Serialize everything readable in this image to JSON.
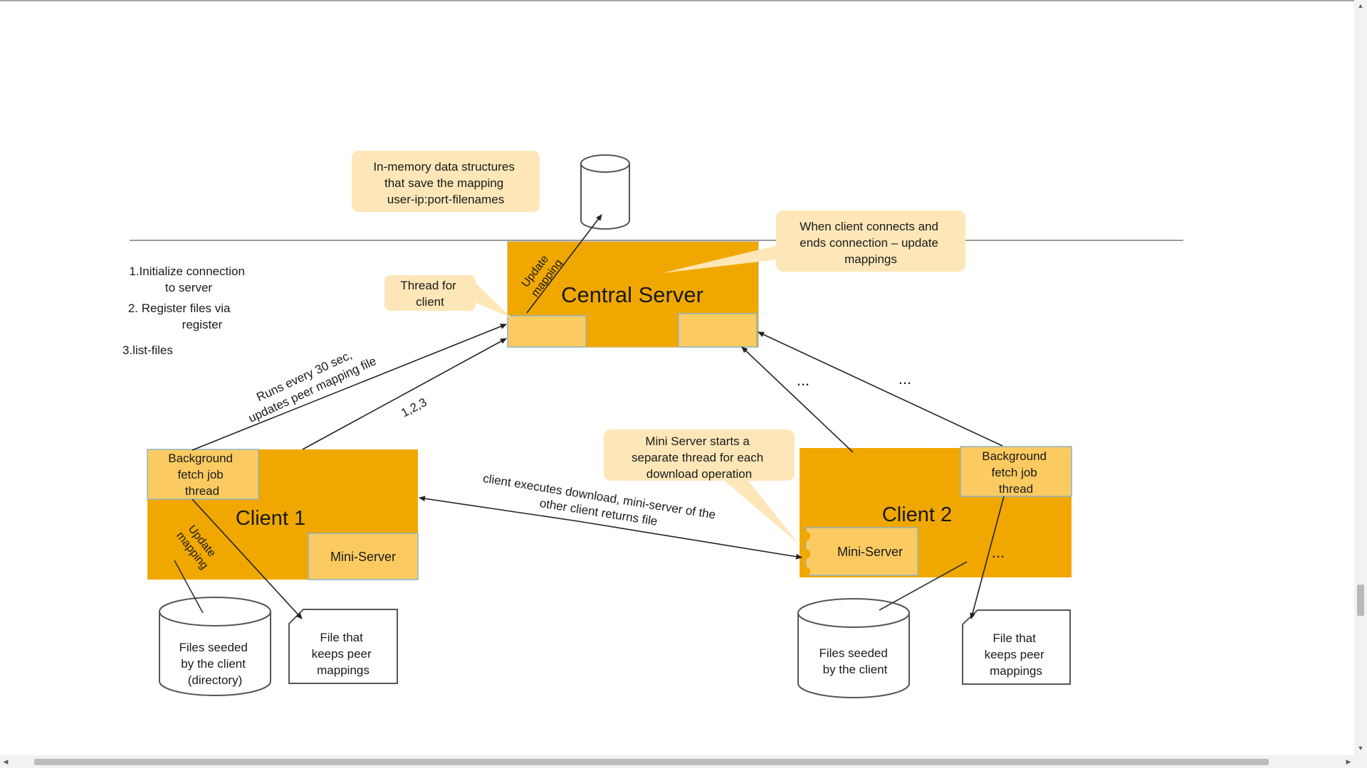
{
  "colors": {
    "primary_box": "#f0a800",
    "inner_box": "#fbcb61",
    "callout": "#fde7b8",
    "border": "#8fb3c9",
    "text": "#1a1a1a",
    "arrow": "#222222"
  },
  "nodes": {
    "central_server": "Central Server",
    "client1": "Client 1",
    "client2": "Client 2",
    "client1_mini_server": "Mini-Server",
    "client2_mini_server": "Mini-Server",
    "client1_bg_fetch": [
      "Background",
      "fetch job",
      "thread"
    ],
    "client2_bg_fetch": [
      "Background",
      "fetch job",
      "thread"
    ],
    "client1_db": [
      "Files seeded",
      "by the client",
      "(directory)"
    ],
    "client2_db": [
      "Files seeded",
      "by the client"
    ],
    "client1_file": [
      "File that",
      "keeps peer",
      "mappings"
    ],
    "client2_file": [
      "File that",
      "keeps peer",
      "mappings"
    ]
  },
  "callouts": {
    "in_memory": [
      "In-memory data structures",
      "that save the mapping",
      "user-ip:port-filenames"
    ],
    "connect": [
      "When client connects and",
      "ends connection – update",
      "mappings"
    ],
    "thread_for_client": [
      "Thread for",
      "client"
    ],
    "mini_server_thread": [
      "Mini Server starts a",
      "separate thread for each",
      "download operation"
    ]
  },
  "steps": {
    "step1": [
      "1.Initialize connection",
      "to server"
    ],
    "step2": [
      "2. Register files via",
      "register"
    ],
    "step3": "3.list-files"
  },
  "labels": {
    "runs_every": [
      "Runs every 30 sec,",
      "updates peer mapping file"
    ],
    "one_two_three": "1,2,3",
    "download": [
      "client executes download, mini-server of the",
      "other client returns file"
    ],
    "update_mapping_server": [
      "Update",
      "mapping"
    ],
    "update_mapping_client": [
      "Update",
      "mapping"
    ],
    "ellipsis": "..."
  }
}
